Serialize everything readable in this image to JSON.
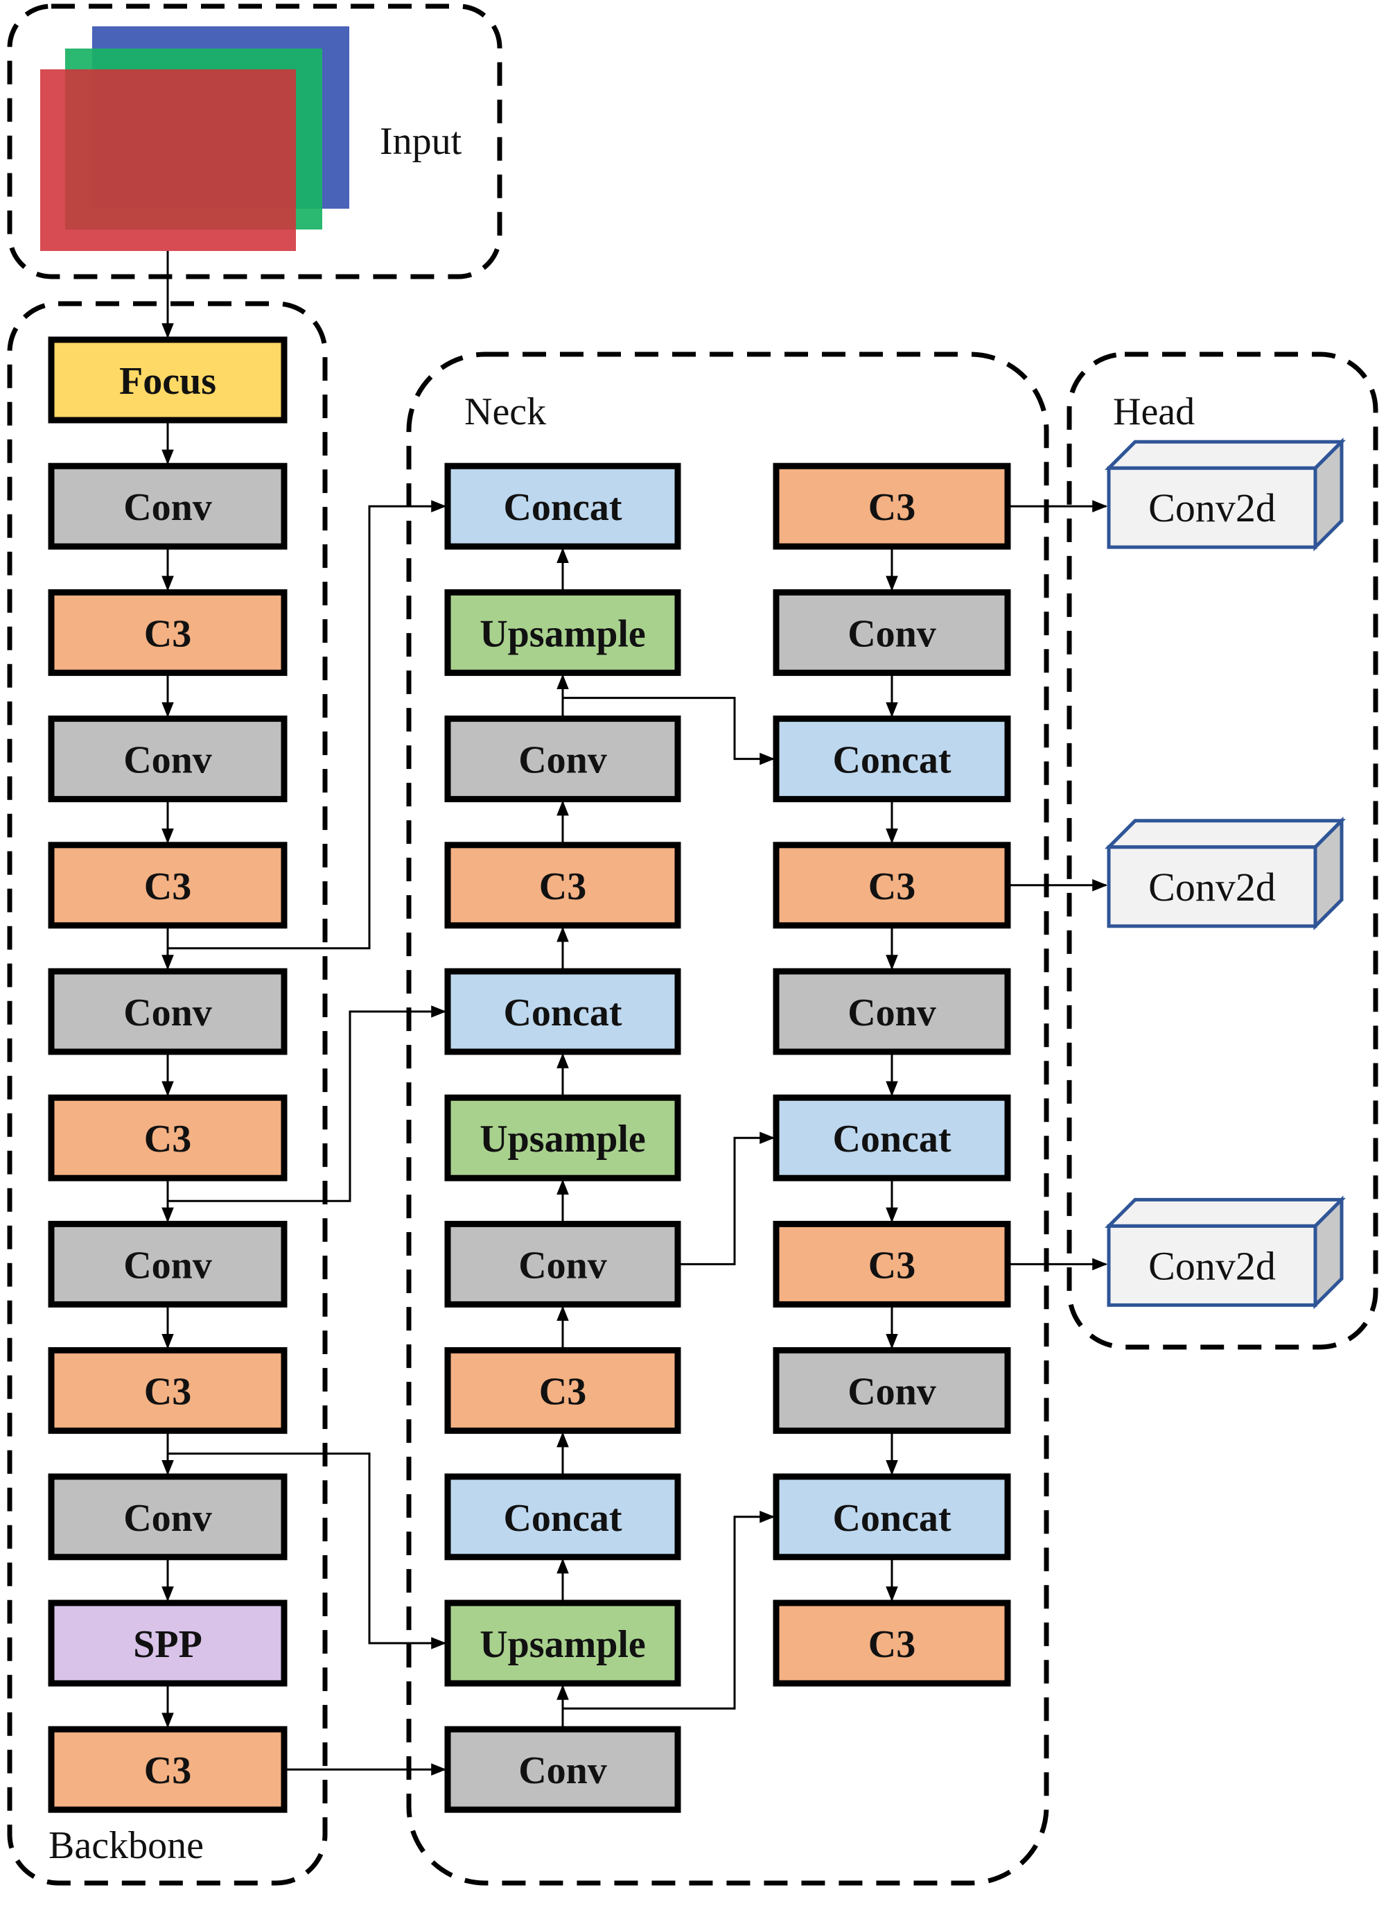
{
  "title": "YOLOv5 network architecture",
  "colors": {
    "Focus": "#ffd966",
    "Conv": "#bfbfbf",
    "C3": "#f4b183",
    "Concat": "#bdd7ee",
    "Upsample": "#a9d18e",
    "SPP": "#d9c3e9",
    "Conv2d_face": "#f2f2f2",
    "Conv2d_side": "#c8c8c8",
    "Conv2d_stroke": "#2f5597",
    "input_red": "#d0333a",
    "input_green": "#19b264",
    "input_blue": "#3f5bb5",
    "stroke": "#000000"
  },
  "groups": {
    "input": {
      "label": "Input"
    },
    "backbone": {
      "label": "Backbone"
    },
    "neck": {
      "label": "Neck"
    },
    "head": {
      "label": "Head"
    }
  },
  "backbone": [
    "Focus",
    "Conv",
    "C3",
    "Conv",
    "C3",
    "Conv",
    "C3",
    "Conv",
    "C3",
    "Conv",
    "SPP",
    "C3"
  ],
  "neck_left": [
    "Concat",
    "Upsample",
    "Conv",
    "C3",
    "Concat",
    "Upsample",
    "Conv",
    "C3",
    "Concat",
    "Upsample",
    "Conv"
  ],
  "neck_right": [
    "C3",
    "Conv",
    "Concat",
    "C3",
    "Conv",
    "Concat",
    "C3",
    "Conv",
    "Concat",
    "C3"
  ],
  "head": [
    "Conv2d",
    "Conv2d",
    "Conv2d"
  ],
  "edges": [
    {
      "from": "input",
      "to": "backbone.0"
    },
    {
      "from": "backbone.4",
      "to": "neck_left.0",
      "kind": "skip"
    },
    {
      "from": "backbone.6",
      "to": "neck_left.4",
      "kind": "skip"
    },
    {
      "from": "backbone.8",
      "to": "neck_left.9",
      "kind": "skip"
    },
    {
      "from": "backbone.11",
      "to": "neck_left.10"
    },
    {
      "from": "neck_left.10",
      "to": "neck_right.8",
      "kind": "skip"
    },
    {
      "from": "neck_left.6",
      "to": "neck_right.5",
      "kind": "skip"
    },
    {
      "from": "neck_left.2",
      "to": "neck_right.2",
      "kind": "skip"
    },
    {
      "from": "neck_right.0",
      "to": "head.0"
    },
    {
      "from": "neck_right.3",
      "to": "head.1"
    },
    {
      "from": "neck_right.6",
      "to": "head.2"
    }
  ]
}
